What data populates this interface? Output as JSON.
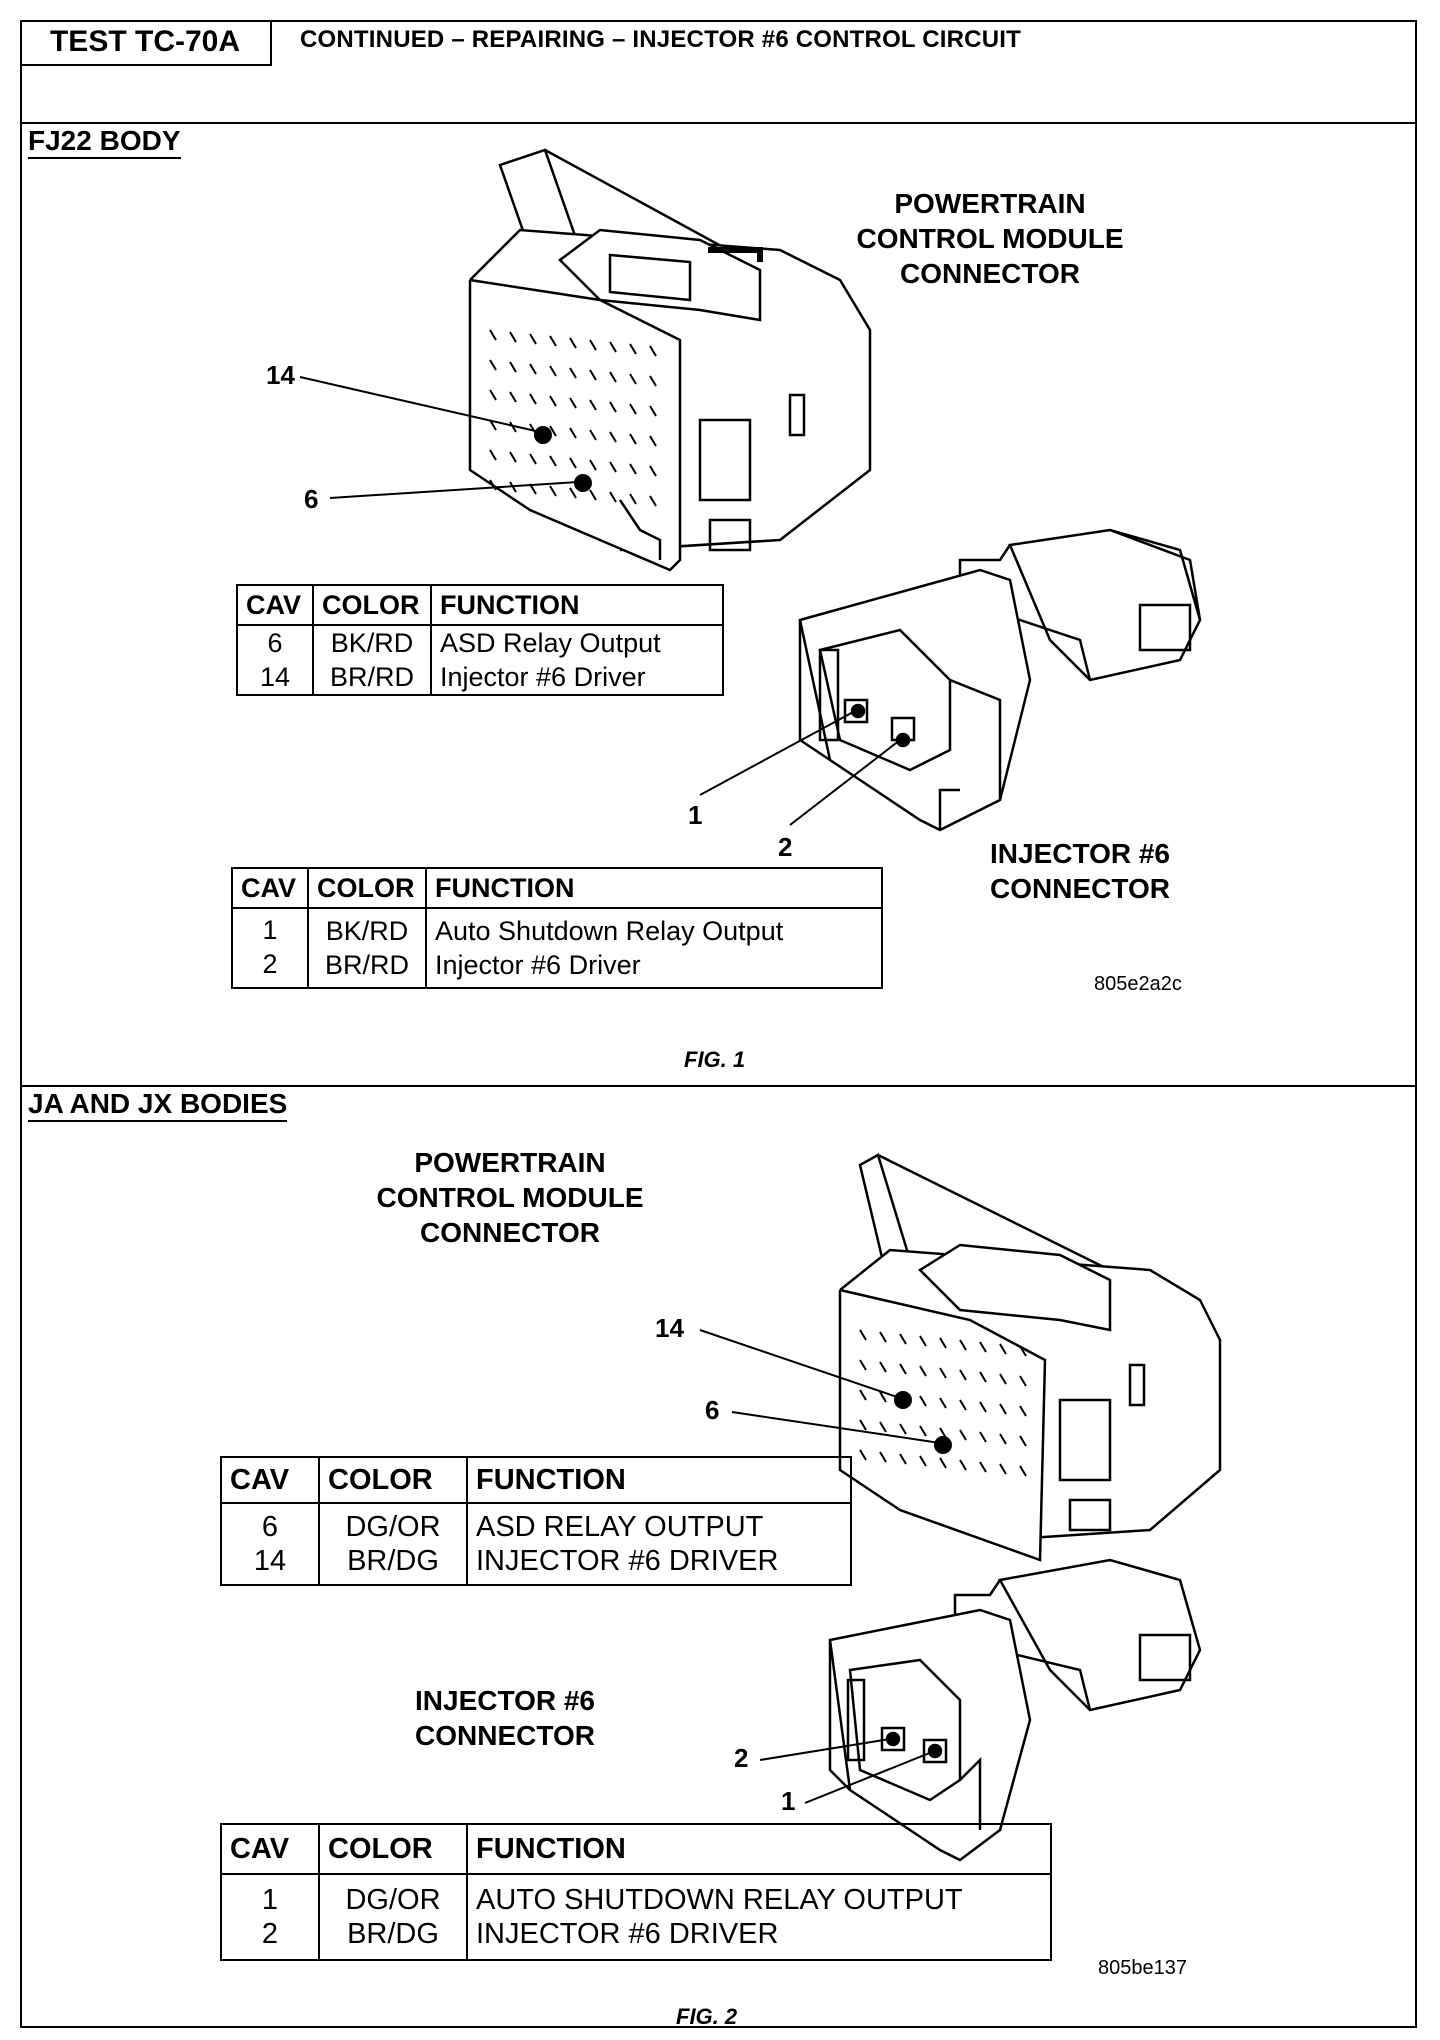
{
  "header": {
    "test_id": "TEST TC-70A",
    "title": "CONTINUED – REPAIRING – INJECTOR #6 CONTROL CIRCUIT"
  },
  "fig1": {
    "section": "FJ22 BODY",
    "pcm_title": [
      "POWERTRAIN",
      "CONTROL MODULE",
      "CONNECTOR"
    ],
    "pcm_pins": [
      "14",
      "6"
    ],
    "pcm_table": {
      "headers": [
        "CAV",
        "COLOR",
        "FUNCTION"
      ],
      "rows": [
        {
          "cav": "6",
          "color": "BK/RD",
          "function": "ASD Relay Output"
        },
        {
          "cav": "14",
          "color": "BR/RD",
          "function": "Injector #6 Driver"
        }
      ]
    },
    "inj_title": [
      "INJECTOR #6",
      "CONNECTOR"
    ],
    "inj_pins": [
      "1",
      "2"
    ],
    "inj_table": {
      "headers": [
        "CAV",
        "COLOR",
        "FUNCTION"
      ],
      "rows": [
        {
          "cav": "1",
          "color": "BK/RD",
          "function": "Auto Shutdown Relay Output"
        },
        {
          "cav": "2",
          "color": "BR/RD",
          "function": "Injector #6 Driver"
        }
      ]
    },
    "image_code": "805e2a2c",
    "caption": "FIG. 1"
  },
  "fig2": {
    "section": "JA AND JX BODIES",
    "pcm_title": [
      "POWERTRAIN",
      "CONTROL MODULE",
      "CONNECTOR"
    ],
    "pcm_pins": [
      "14",
      "6"
    ],
    "pcm_table": {
      "headers": [
        "CAV",
        "COLOR",
        "FUNCTION"
      ],
      "rows": [
        {
          "cav": "6",
          "color": "DG/OR",
          "function": "ASD RELAY OUTPUT"
        },
        {
          "cav": "14",
          "color": "BR/DG",
          "function": "INJECTOR #6 DRIVER"
        }
      ]
    },
    "inj_title": [
      "INJECTOR #6",
      "CONNECTOR"
    ],
    "inj_pins": [
      "2",
      "1"
    ],
    "inj_table": {
      "headers": [
        "CAV",
        "COLOR",
        "FUNCTION"
      ],
      "rows": [
        {
          "cav": "1",
          "color": "DG/OR",
          "function": "AUTO SHUTDOWN RELAY OUTPUT"
        },
        {
          "cav": "2",
          "color": "BR/DG",
          "function": "INJECTOR #6 DRIVER"
        }
      ]
    },
    "image_code": "805be137",
    "caption": "FIG. 2"
  }
}
